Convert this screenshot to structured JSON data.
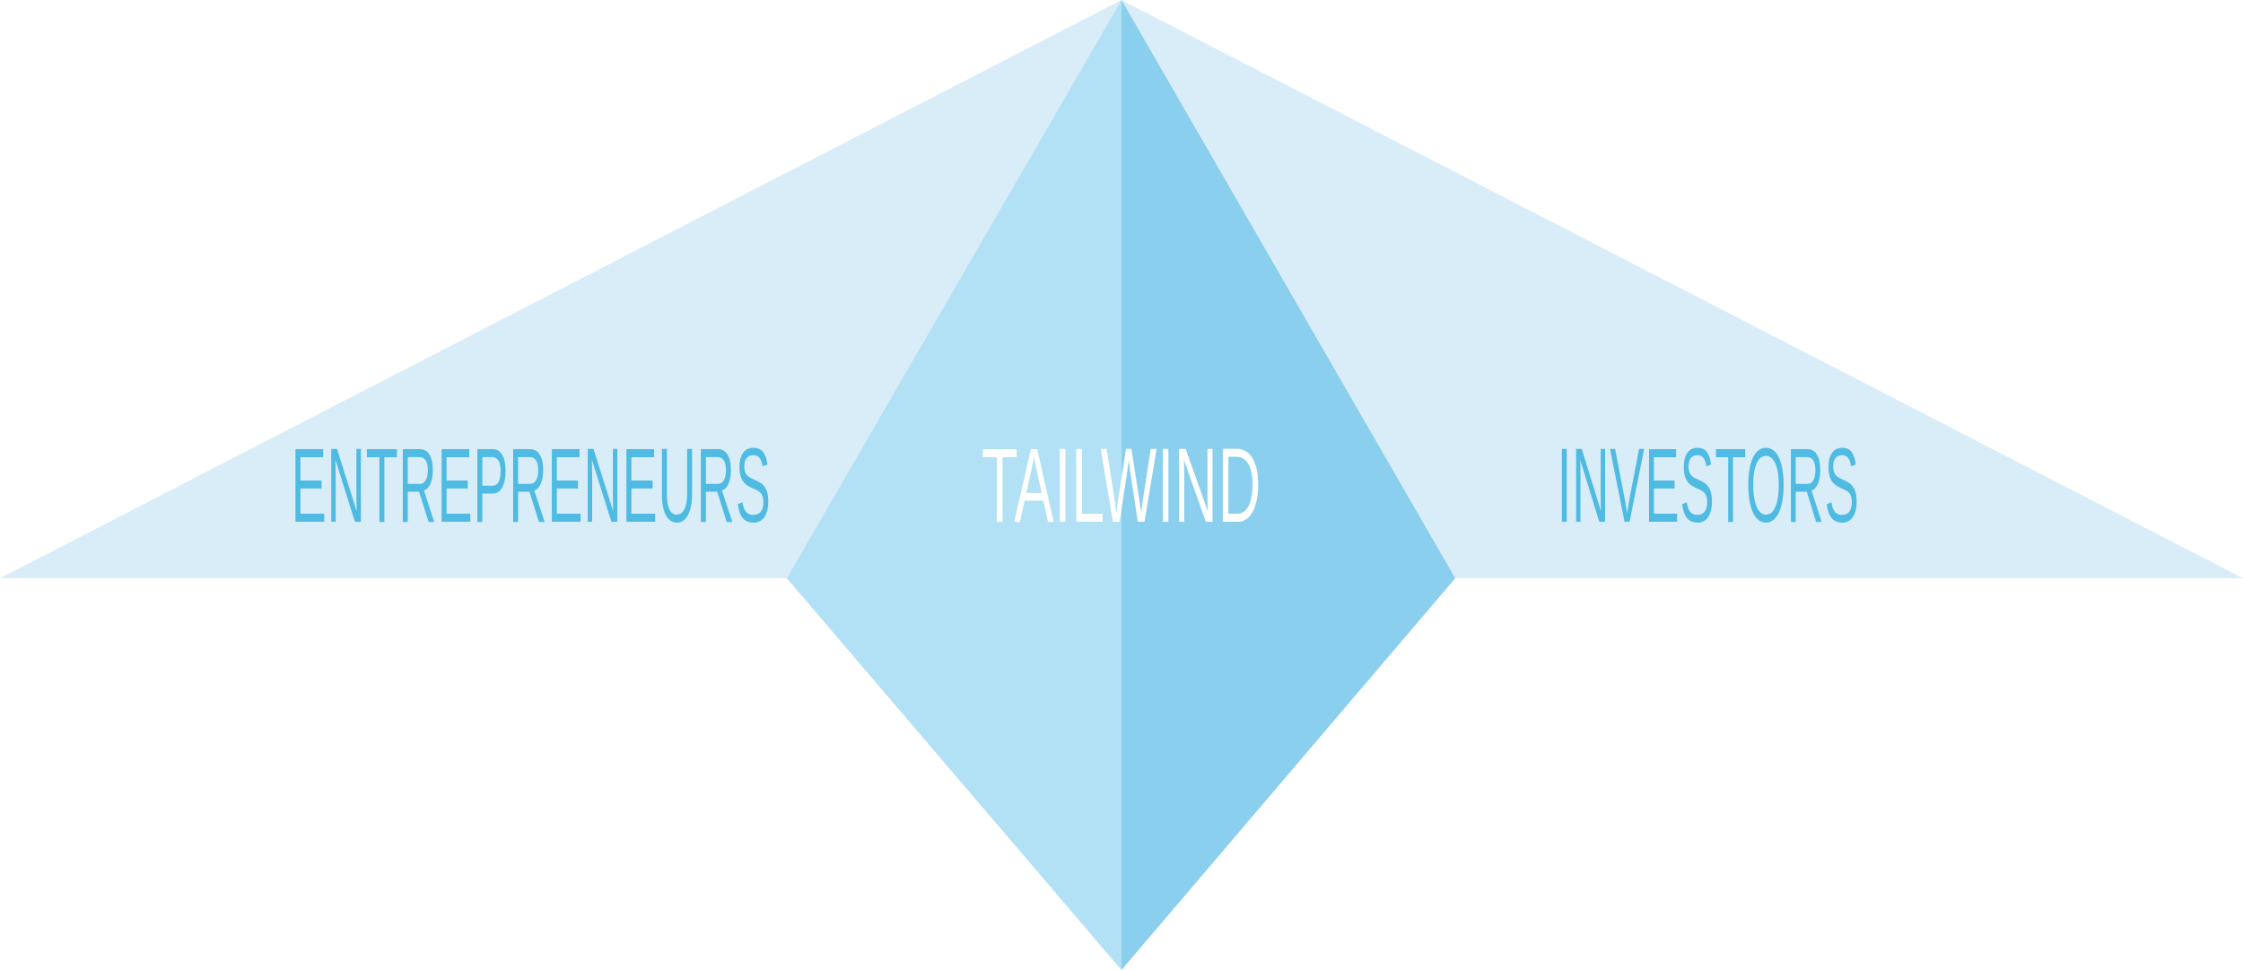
{
  "labels": {
    "left": "ENTREPRENEURS",
    "center": "TAILWIND",
    "right": "INVESTORS"
  },
  "colors": {
    "background": "#ffffff",
    "wing": "#d8edf8",
    "center_left_facet": "#b2e0f4",
    "center_right_facet": "#8acfed",
    "label_side": "#4fbbe2",
    "label_center": "#ffffff"
  }
}
